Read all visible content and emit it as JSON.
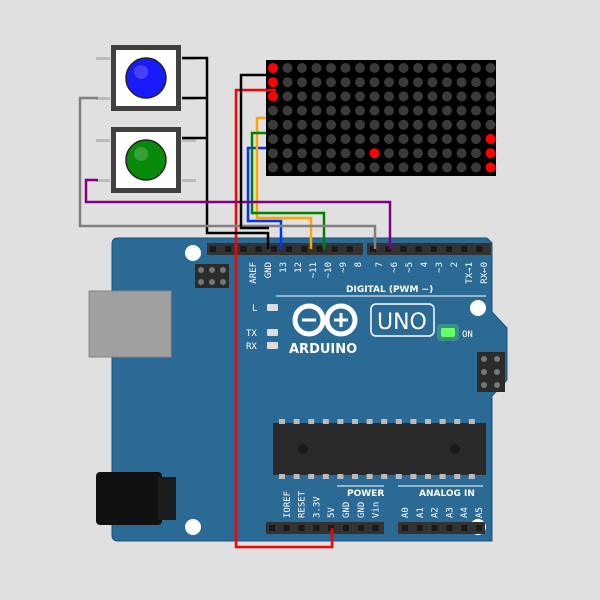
{
  "board": {
    "name": "ARDUINO",
    "model": "UNO",
    "digital_label": "DIGITAL (PWM ~)",
    "power_label": "POWER",
    "analog_label": "ANALOG IN",
    "on_label": "ON",
    "led_labels": [
      "L",
      "TX",
      "RX"
    ],
    "digital_pins": [
      "AREF",
      "GND",
      "13",
      "12",
      "~11",
      "~10",
      "~9",
      "8",
      "7",
      "~6",
      "~5",
      "4",
      "~3",
      "2",
      "TX→1",
      "RX←0"
    ],
    "power_pins": [
      "IOREF",
      "RESET",
      "3.3V",
      "5V",
      "GND",
      "GND",
      "Vin"
    ],
    "analog_pins": [
      "A0",
      "A1",
      "A2",
      "A3",
      "A4",
      "A5"
    ],
    "colors": {
      "pcb": "#2b6a94",
      "pcb_dark": "#1e5277",
      "header": "#333333",
      "on_led": "#66ff66"
    }
  },
  "buttons": [
    {
      "name": "blue",
      "color": "#1a1aff"
    },
    {
      "name": "green",
      "color": "#0a8a0a"
    }
  ],
  "matrix": {
    "rows": 8,
    "cols": 16,
    "lit": [
      [
        0,
        0
      ],
      [
        1,
        0
      ],
      [
        2,
        0
      ],
      [
        6,
        7
      ],
      [
        5,
        15
      ],
      [
        6,
        15
      ],
      [
        7,
        15
      ]
    ],
    "on_color": "#ff0000",
    "off_color": "#3a3a3a",
    "bg": "#000000"
  },
  "wires": [
    {
      "name": "red-5v",
      "color": "#ff0000"
    },
    {
      "name": "black-gnd",
      "color": "#000000"
    },
    {
      "name": "blue-13",
      "color": "#0033ff"
    },
    {
      "name": "orange-11",
      "color": "#ffa500"
    },
    {
      "name": "green-10",
      "color": "#008000"
    },
    {
      "name": "gray-7",
      "color": "#808080"
    },
    {
      "name": "purple-6",
      "color": "#800080"
    }
  ]
}
